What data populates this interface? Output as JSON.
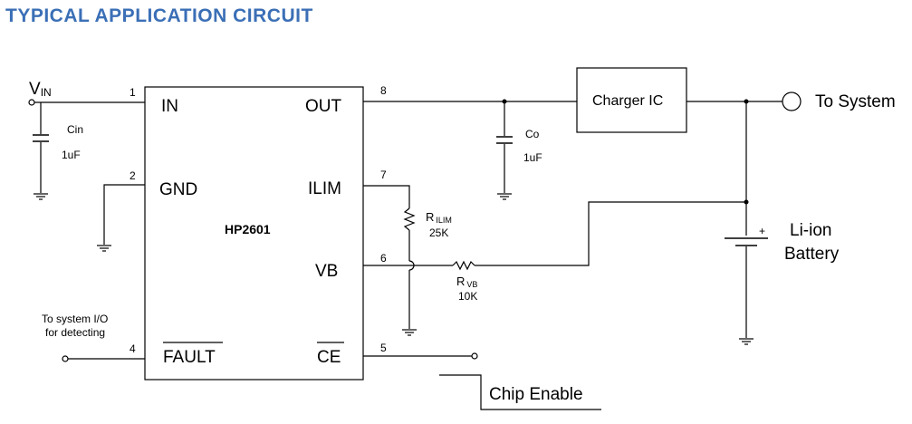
{
  "title": "TYPICAL APPLICATION CIRCUIT",
  "chip": {
    "name": "HP2601",
    "pins": {
      "in": {
        "name": "IN",
        "num": "1"
      },
      "gnd": {
        "name": "GND",
        "num": "2"
      },
      "fault": {
        "name": "FAULT",
        "num": "4"
      },
      "out": {
        "name": "OUT",
        "num": "8"
      },
      "ilim": {
        "name": "ILIM",
        "num": "7"
      },
      "vb": {
        "name": "VB",
        "num": "6"
      },
      "ce": {
        "name": "CE",
        "num": "5"
      }
    }
  },
  "input": {
    "label_main": "V",
    "label_sub": "IN"
  },
  "cin": {
    "name": "Cin",
    "value": "1uF"
  },
  "co": {
    "name": "Co",
    "value": "1uF"
  },
  "charger": {
    "label": "Charger IC"
  },
  "system": {
    "label": "To System"
  },
  "battery": {
    "line1": "Li-ion",
    "line2": "Battery",
    "plus": "+"
  },
  "rilim": {
    "name_main": "R",
    "name_sub": "ILIM",
    "value": "25K"
  },
  "rvb": {
    "name_main": "R",
    "name_sub": "VB",
    "value": "10K"
  },
  "fault_io": {
    "line1": "To system I/O",
    "line2": "for detecting"
  },
  "chip_enable": {
    "label": "Chip Enable"
  }
}
